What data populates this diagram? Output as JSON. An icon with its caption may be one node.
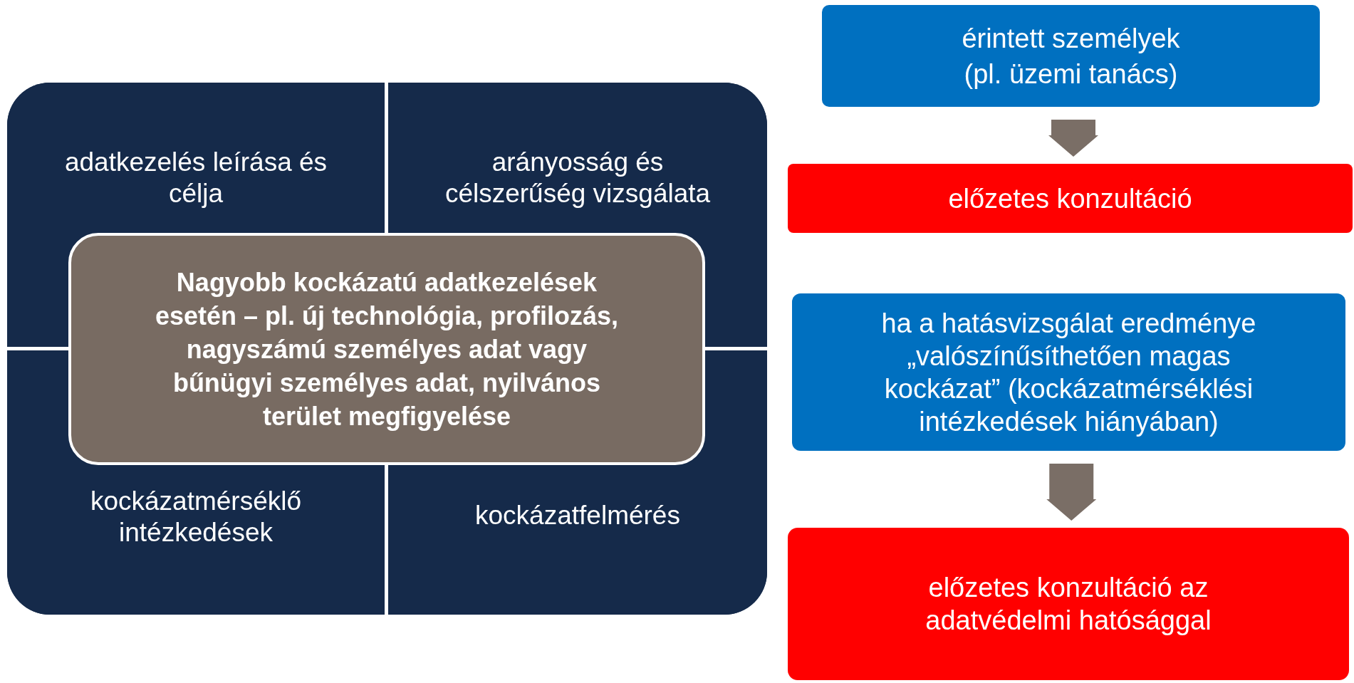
{
  "diagram": {
    "nodes": [
      {
        "text": [
          "adatkezelés leírása és célja"
        ]
      },
      {
        "text": [
          "arányosság és célszerűség vizsgálata"
        ]
      },
      {
        "text": [
          "kockázatmérséklő intézkedések"
        ]
      },
      {
        "text": [
          "kockázatfelmérés"
        ]
      },
      {
        "text": [
          "Nagyobb kockázatú adatkezelések esetén – pl. új technológia, profilozás, nagyszámú személyes adat vagy bűnügyi személyes adat, nyilvános terület megfigyelése"
        ]
      },
      {
        "text": [
          "érintett személyek (pl. üzemi tanács)"
        ]
      },
      {
        "text": [
          "előzetes konzultáció"
        ]
      },
      {
        "text": [
          "ha a hatásvizsgálat eredménye „valószínűsíthetően magas kockázat” (kockázatmérséklési intézkedések hiányában)"
        ]
      },
      {
        "text": [
          "előzetes konzultáció az adatvédelmi hatósággal"
        ]
      }
    ],
    "edges": [
      {
        "from": 5,
        "to": 6,
        "arrow": "to"
      },
      {
        "from": 7,
        "to": 8,
        "arrow": "to"
      }
    ]
  }
}
